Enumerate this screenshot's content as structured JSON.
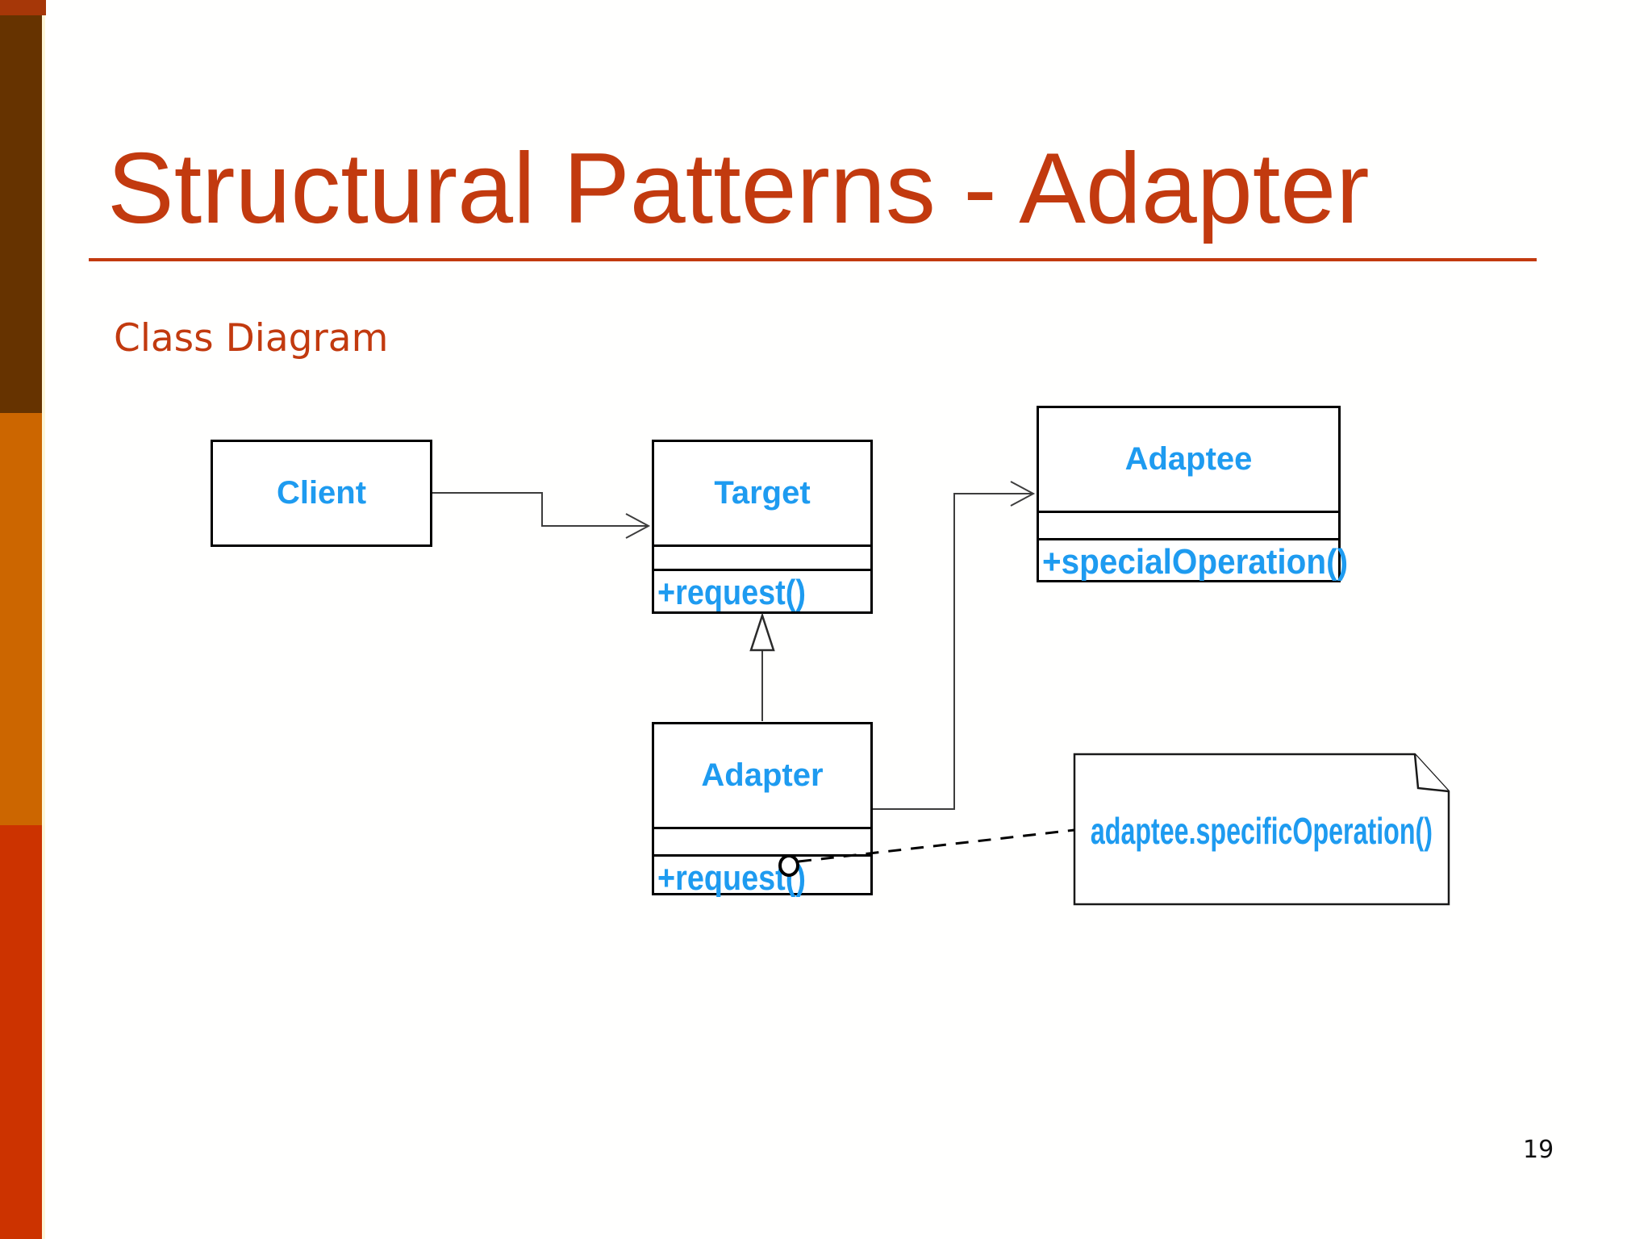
{
  "slide": {
    "title": "Structural Patterns - Adapter",
    "subtitle": "Class Diagram",
    "page_number": "19"
  },
  "diagram": {
    "client": {
      "name": "Client"
    },
    "target": {
      "name": "Target",
      "method": "+request()"
    },
    "adaptee": {
      "name": "Adaptee",
      "method": "+specialOperation()"
    },
    "adapter": {
      "name": "Adapter",
      "method": "+request()"
    },
    "note": {
      "text": "adaptee.specificOperation()"
    },
    "relations": [
      "Client -> Target (association arrow)",
      "Adapter -> Target (generalization, hollow triangle)",
      "Adapter -> Adaptee (association arrow)",
      "Adapter.request() .. note (dashed anchor with circle)"
    ]
  },
  "colors": {
    "title_red": "#C23A0F",
    "class_text_blue": "#1E9BF0",
    "sidebar_brown": "#663300",
    "sidebar_orange": "#CC6600",
    "sidebar_red": "#CC3300",
    "corner_accent": "#A63708"
  }
}
